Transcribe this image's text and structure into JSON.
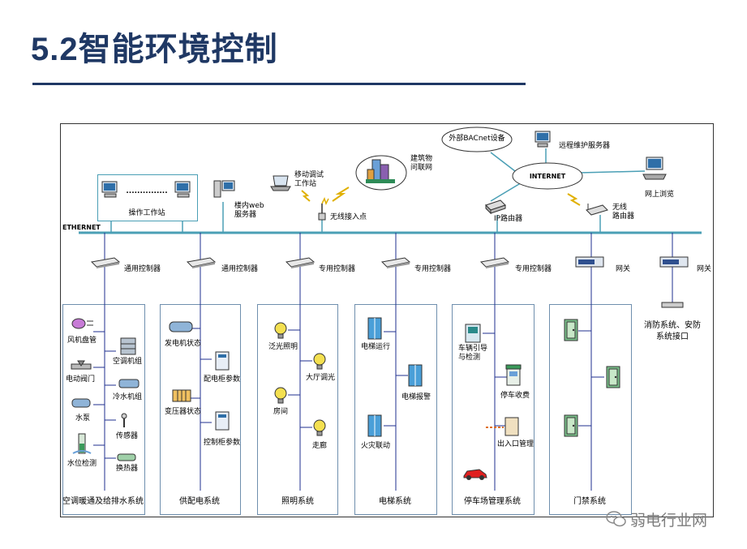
{
  "slide": {
    "title": "5.2智能环境控制"
  },
  "network": {
    "bus_label": "ETHERNET",
    "operator_station": "操作工作站",
    "dots": "...............",
    "web_server": "楼内web\n服务器",
    "debug_station": "移动调试\n工作站",
    "wireless_ap": "无线接入点",
    "building_iot": "建筑物\n问联网",
    "bacnet_cloud": "外部BACnet设备",
    "remote_server": "远程维护服务器",
    "internet_cloud": "INTERNET",
    "web_browse": "网上浏览",
    "ip_router": "IP路由器",
    "wireless_router": "无线\n路由器"
  },
  "controllers": [
    {
      "label": "通用控制器"
    },
    {
      "label": "通用控制器"
    },
    {
      "label": "专用控制器"
    },
    {
      "label": "专用控制器"
    },
    {
      "label": "专用控制器"
    },
    {
      "label": "网关"
    },
    {
      "label": "网关"
    }
  ],
  "fire_security": "消防系统、安防\n系统接口",
  "systems": [
    {
      "name": "空调暖通及给排水系统",
      "items": [
        "风机盘管",
        "空调机组",
        "电动阀门",
        "冷水机组",
        "水泵",
        "传感器",
        "水位检测",
        "换热器"
      ]
    },
    {
      "name": "供配电系统",
      "items": [
        "发电机状态",
        "配电柜参数",
        "变压器状态",
        "控制柜参数"
      ]
    },
    {
      "name": "照明系统",
      "items": [
        "泛光照明",
        "大厅调光",
        "房间",
        "走廊"
      ]
    },
    {
      "name": "电梯系统",
      "items": [
        "电梯运行",
        "电梯报警",
        "火灾联动"
      ]
    },
    {
      "name": "停车场管理系统",
      "items": [
        "车辆引导\n与检测",
        "停车收费",
        "出入口管理"
      ]
    },
    {
      "name": "门禁系统",
      "items": []
    }
  ],
  "watermark": {
    "text": "弱电行业网"
  },
  "colors": {
    "title": "#1f3864",
    "bus": "#4a9fb5",
    "box_border": "#6f8fae",
    "line": "#1f2f8f"
  }
}
